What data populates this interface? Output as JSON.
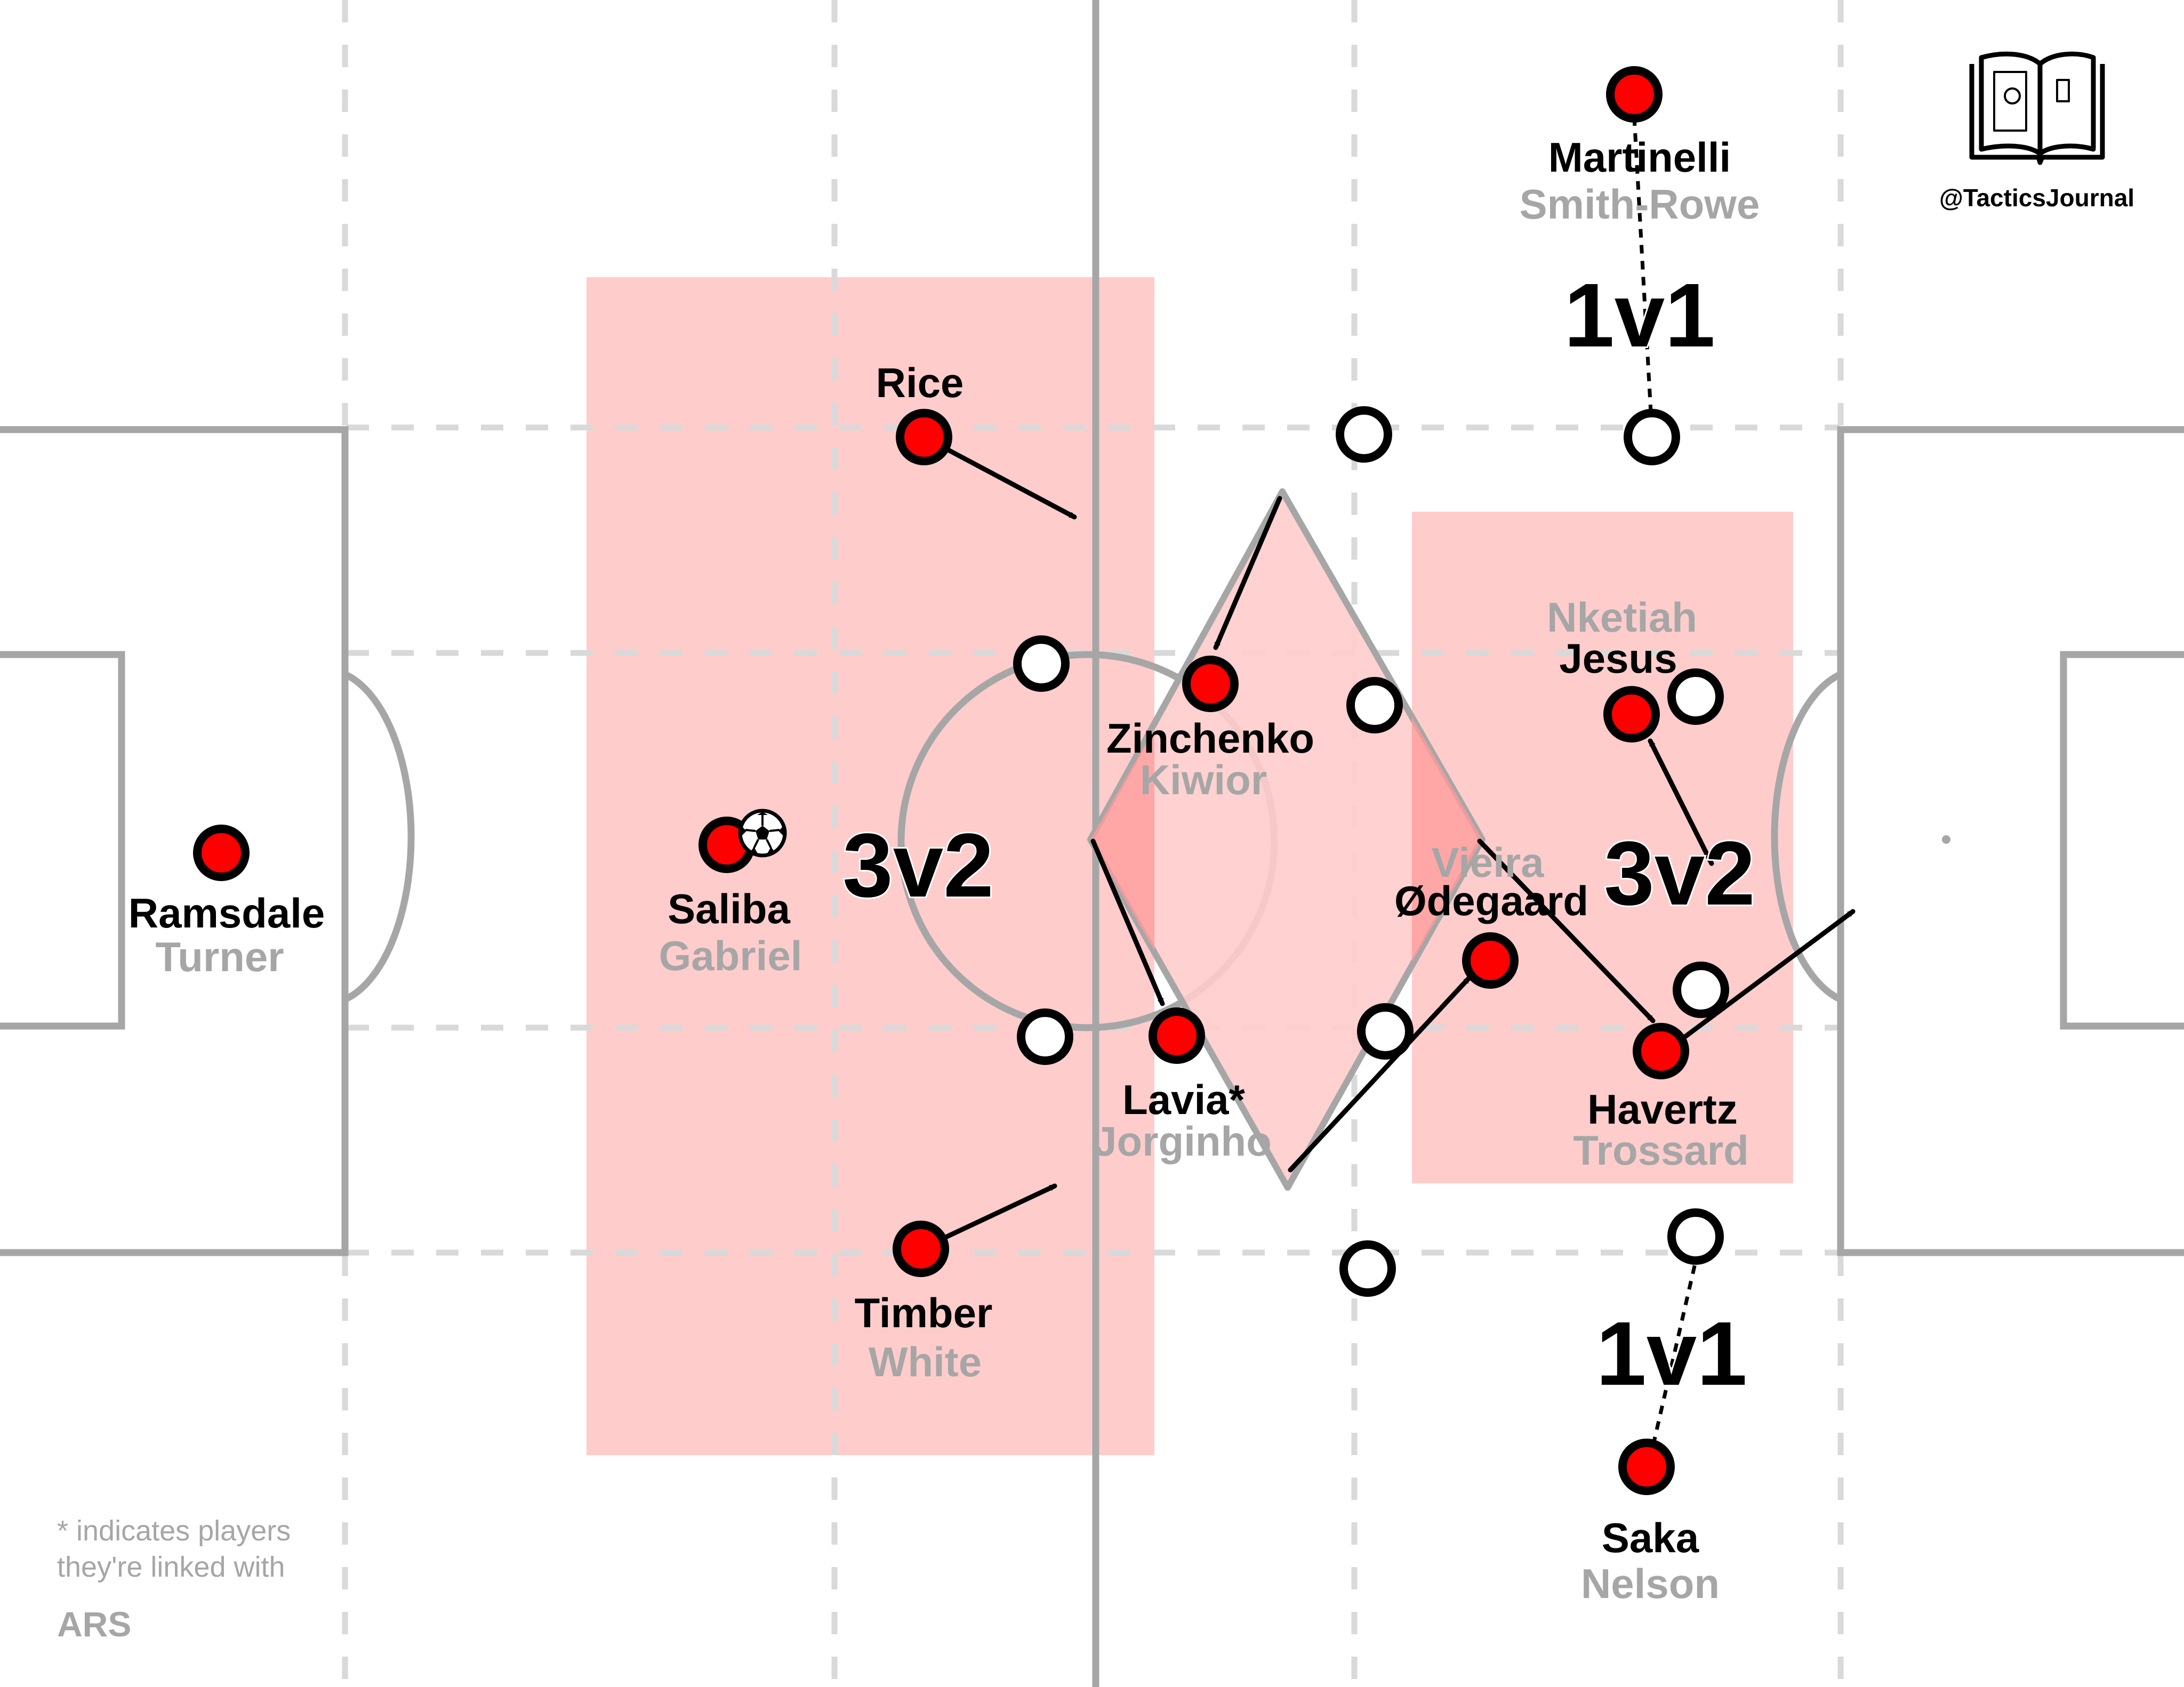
{
  "diagram": {
    "attacking_team": "ARS",
    "handle": "@TacticsJournal",
    "footnote": [
      "* indicates players",
      "they're linked with"
    ],
    "overloads": {
      "left": "3v2",
      "right": "3v2",
      "wide_top": "1v1",
      "wide_bottom": "1v1"
    },
    "players": {
      "goalkeeper": {
        "name": "Ramsdale",
        "alternative": "Turner"
      },
      "right_back": {
        "name": "Timber",
        "alternative": "White"
      },
      "centre_back": {
        "name": "Saliba",
        "alternative": "Gabriel"
      },
      "left_back": {
        "name": "Zinchenko",
        "alternative": "Kiwior"
      },
      "holding_mid": {
        "name": "Rice",
        "alternative": ""
      },
      "central_mid": {
        "name": "Lavia*",
        "alternative": "Jorginho"
      },
      "attacking_mid": {
        "name": "Ødegaard",
        "alternative": "Vieira"
      },
      "left_mid": {
        "name": "Havertz",
        "alternative": "Trossard"
      },
      "left_wing": {
        "name": "Martinelli",
        "alternative": "Smith-Rowe"
      },
      "right_wing": {
        "name": "Saka",
        "alternative": "Nelson"
      },
      "striker": {
        "name": "Jesus",
        "alternative": "Nketiah"
      }
    },
    "colors": {
      "arsenal": "#ff0000",
      "opponent": "#ffffff",
      "zone": "#ffcccc",
      "lines": "#a6a6a6",
      "alt_name": "#a6a6a6"
    },
    "icons": {
      "ball": "soccer-ball-icon",
      "logo": "open-book-pitch-icon"
    }
  }
}
